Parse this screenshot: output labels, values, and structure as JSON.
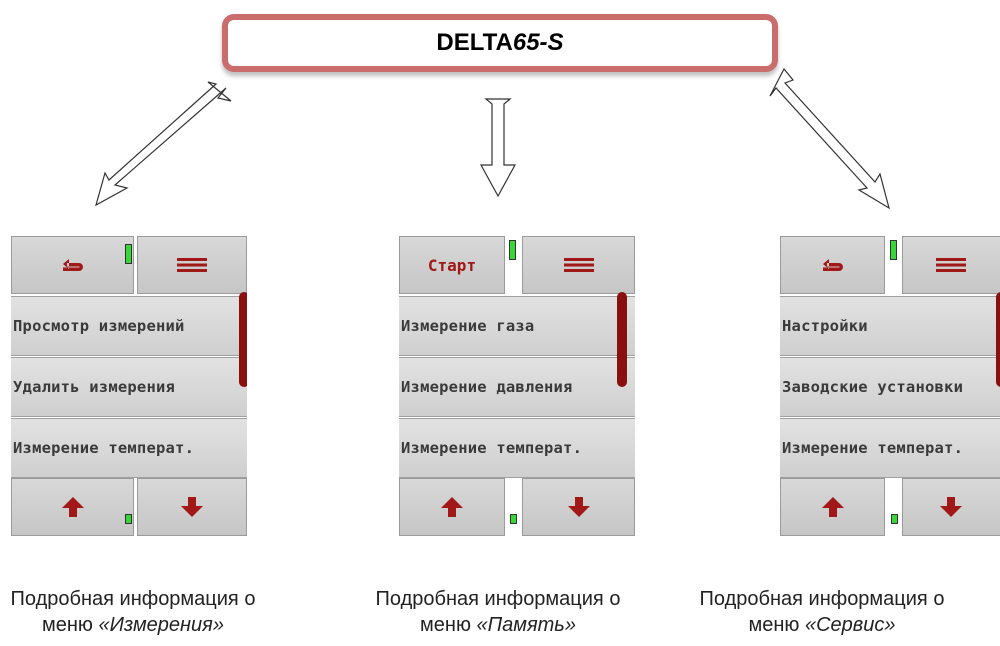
{
  "header": {
    "title_main": "DELTA",
    "title_suffix": "65-S"
  },
  "screens": [
    {
      "top_left": {
        "type": "icon",
        "icon": "back-arrow-icon"
      },
      "top_right": {
        "icon": "menu-icon"
      },
      "items": [
        "Просмотр измерений",
        "Удалить измерения",
        "Измерение температ."
      ],
      "bottom_left": {
        "icon": "arrow-up-icon"
      },
      "bottom_right": {
        "icon": "arrow-down-icon"
      },
      "caption_text": "Подробная информация о меню ",
      "caption_menu": "«Измерения»"
    },
    {
      "top_left": {
        "type": "text",
        "label": "Старт"
      },
      "top_right": {
        "icon": "menu-icon"
      },
      "items": [
        "Измерение газа",
        "Измерение давления",
        "Измерение температ."
      ],
      "bottom_left": {
        "icon": "arrow-up-icon"
      },
      "bottom_right": {
        "icon": "arrow-down-icon"
      },
      "caption_text": "Подробная информация о меню ",
      "caption_menu": "«Память»"
    },
    {
      "top_left": {
        "type": "icon",
        "icon": "back-arrow-icon"
      },
      "top_right": {
        "icon": "menu-icon"
      },
      "items": [
        "Настройки",
        "Заводские установки",
        "Измерение температ."
      ],
      "bottom_left": {
        "icon": "arrow-up-icon"
      },
      "bottom_right": {
        "icon": "arrow-down-icon"
      },
      "caption_text": "Подробная информация о меню ",
      "caption_menu": "«Сервис»"
    }
  ],
  "colors": {
    "accent": "#a01818",
    "frame": "#c96d6d",
    "battery": "#39d63a",
    "scrollbar": "#8a1010"
  }
}
